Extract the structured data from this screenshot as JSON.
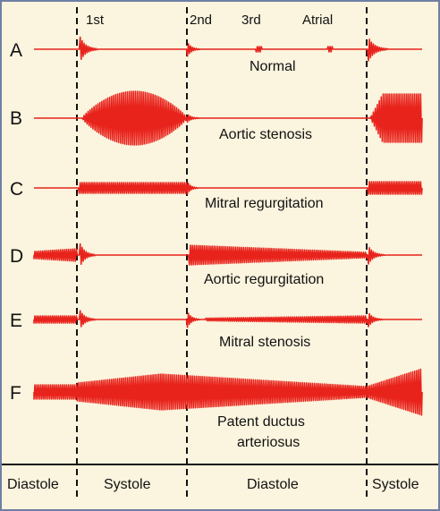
{
  "colors": {
    "trace": "#e8231c",
    "background": "#fbf4de",
    "border": "#6f7fa3",
    "text": "#111111"
  },
  "sound_labels": {
    "first": "1st",
    "second": "2nd",
    "third": "3rd",
    "atrial": "Atrial"
  },
  "rows": [
    {
      "letter": "A",
      "label": "Normal",
      "label2": ""
    },
    {
      "letter": "B",
      "label": "Aortic stenosis",
      "label2": ""
    },
    {
      "letter": "C",
      "label": "Mitral regurgitation",
      "label2": ""
    },
    {
      "letter": "D",
      "label": "Aortic regurgitation",
      "label2": ""
    },
    {
      "letter": "E",
      "label": "Mitral stenosis",
      "label2": ""
    },
    {
      "letter": "F",
      "label": "Patent ductus",
      "label2": "arteriosus"
    }
  ],
  "phases": [
    "Diastole",
    "Systole",
    "Diastole",
    "Systole"
  ]
}
